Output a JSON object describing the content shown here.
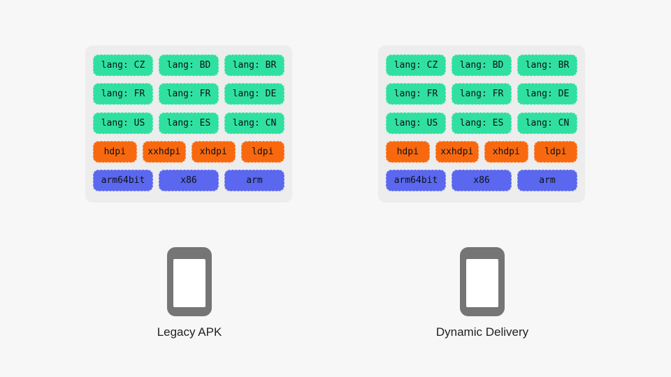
{
  "slide": {
    "background": "#f7f7f7",
    "panel_background": "#ededed"
  },
  "colors": {
    "lang_chip": "#30e0a1",
    "density_chip": "#f8690f",
    "abi_chip": "#5a67ee",
    "chip_text": "#0d1117",
    "phone_body": "#757575",
    "phone_screen": "#ffffff",
    "caption_text": "#212121"
  },
  "panels": [
    {
      "label": "Legacy APK",
      "rows": [
        {
          "type": "lang",
          "chips": [
            "lang: CZ",
            "lang: BD",
            "lang: BR"
          ]
        },
        {
          "type": "lang",
          "chips": [
            "lang: FR",
            "lang: FR",
            "lang: DE"
          ]
        },
        {
          "type": "lang",
          "chips": [
            "lang: US",
            "lang: ES",
            "lang: CN"
          ]
        },
        {
          "type": "density",
          "chips": [
            "hdpi",
            "xxhdpi",
            "xhdpi",
            "ldpi"
          ]
        },
        {
          "type": "abi",
          "chips": [
            "arm64bit",
            "x86",
            "arm"
          ]
        }
      ]
    },
    {
      "label": "Dynamic Delivery",
      "rows": [
        {
          "type": "lang",
          "chips": [
            "lang: CZ",
            "lang: BD",
            "lang: BR"
          ]
        },
        {
          "type": "lang",
          "chips": [
            "lang: FR",
            "lang: FR",
            "lang: DE"
          ]
        },
        {
          "type": "lang",
          "chips": [
            "lang: US",
            "lang: ES",
            "lang: CN"
          ]
        },
        {
          "type": "density",
          "chips": [
            "hdpi",
            "xxhdpi",
            "xhdpi",
            "ldpi"
          ]
        },
        {
          "type": "abi",
          "chips": [
            "arm64bit",
            "x86",
            "arm"
          ]
        }
      ]
    }
  ]
}
